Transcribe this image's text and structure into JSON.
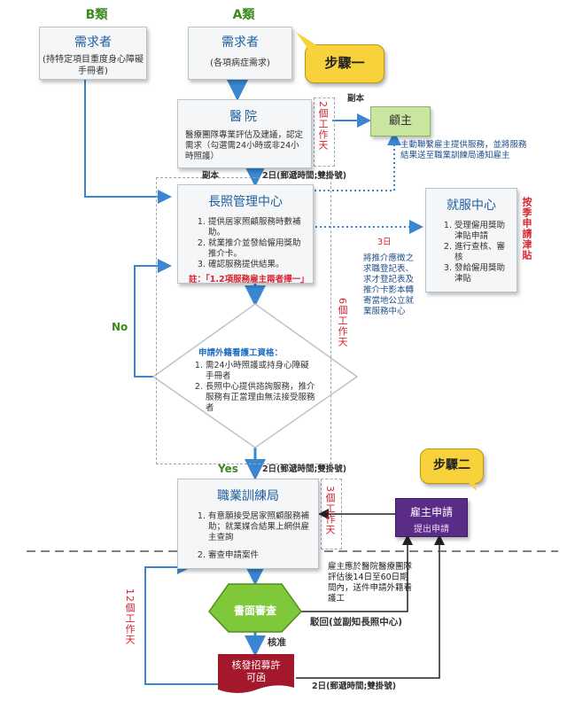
{
  "labels": {
    "class_b": "B類",
    "class_a": "A類"
  },
  "demand_b": {
    "title": "需求者",
    "desc": "(持特定項目重度身心障礙手冊者)"
  },
  "demand_a": {
    "title": "需求者",
    "desc": "(各項病症需求)"
  },
  "step1": "步驟一",
  "step2": "步驟二",
  "hospital": {
    "title": "醫院",
    "desc": "醫療團隊專業評估及建議，認定需求（勾選需24小時或非24小時照護）"
  },
  "hospital_days": "2個工作天",
  "copy_label_1": "副本",
  "employer": "顧主",
  "employer_note": "主動聯繫雇主提供服務，並將服務結果送至職業訓練局通知雇主",
  "copy_label_2": "副本",
  "transfer_1": "2日(郵遞時間;雙掛號)",
  "ltc_center": {
    "title": "長照管理中心",
    "items": [
      "提供居家照顧服務時數補助。",
      "就業推介並發給僱用獎助推介卡。",
      "確認服務提供結果。"
    ],
    "note": "註：「1.2項服務雇主兩者擇一」"
  },
  "employment_center": {
    "title": "就服中心",
    "items": [
      "受理僱用獎助津貼申請",
      "進行查核、審核",
      "發給僱用獎助津貼"
    ]
  },
  "apply_subsidy": "按季申請津貼",
  "three_days": "3日",
  "referral_note": "將推介應徵之求職登記表、求才登記表及推介卡影本轉寄當地公立就業服務中心",
  "six_days": "6個工作天",
  "no_label": "No",
  "yes_label": "Yes",
  "qualification": {
    "title": "申請外籍看護工資格：",
    "items": [
      "需24小時照護或持身心障礙手冊者",
      "長照中心提供諮詢服務，推介服務有正當理由無法接受服務者"
    ]
  },
  "transfer_2": "2日(郵遞時間;雙掛號)",
  "training_bureau": {
    "title": "職業訓練局",
    "items": [
      "有意願接受居家照顧服務補助；就業媒合結果上網供雇主查詢",
      "審查申請案件"
    ]
  },
  "training_days": "3個工作天",
  "employer_apply": {
    "title": "雇主申請",
    "sub": "提出申請"
  },
  "employer_apply_note": "雇主應於醫院醫療團隊評估後14日至60日期間內，送件申請外籍看護工",
  "review": "書面審查",
  "twelve_days": "12個工作天",
  "reject": "駁回(並副知長照中心)",
  "approve": "核准",
  "permit": "核發招募許可函",
  "transfer_3": "2日(郵遞時間;雙掛號)",
  "colors": {
    "accent_blue": "#1f6fc1",
    "red_text": "#d9232e",
    "green": "#3d8a1e",
    "purple": "#5b2c87",
    "yellow": "#f7d23a",
    "permit_red": "#a3182b"
  }
}
